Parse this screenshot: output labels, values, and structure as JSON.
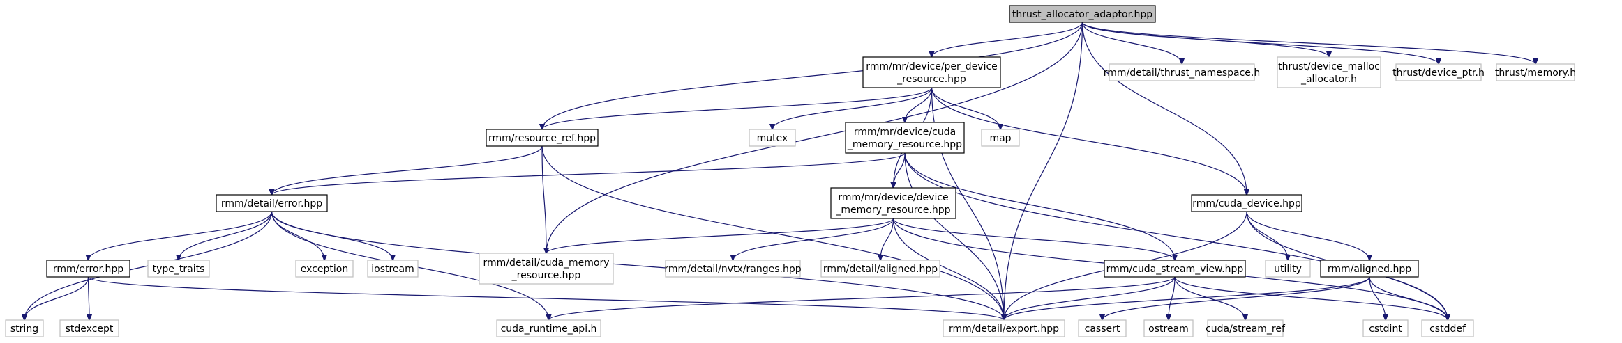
{
  "nodes": {
    "root": [
      "thrust_allocator_adaptor.hpp"
    ],
    "per_device": [
      "rmm/mr/device/per_device",
      "_resource.hpp"
    ],
    "thrust_ns": [
      "rmm/detail/thrust_namespace.h"
    ],
    "device_malloc": [
      "thrust/device_malloc",
      "_allocator.h"
    ],
    "device_ptr": [
      "thrust/device_ptr.h"
    ],
    "memory_h": [
      "thrust/memory.h"
    ],
    "resource_ref": [
      "rmm/resource_ref.hpp"
    ],
    "mutex": [
      "mutex"
    ],
    "cuda_mr": [
      "rmm/mr/device/cuda",
      "_memory_resource.hpp"
    ],
    "map": [
      "map"
    ],
    "error_detail": [
      "rmm/detail/error.hpp"
    ],
    "device_mr": [
      "rmm/mr/device/device",
      "_memory_resource.hpp"
    ],
    "cuda_device": [
      "rmm/cuda_device.hpp"
    ],
    "error_hpp": [
      "rmm/error.hpp"
    ],
    "type_traits": [
      "type_traits"
    ],
    "exception": [
      "exception"
    ],
    "iostream": [
      "iostream"
    ],
    "cuda_mr_detail": [
      "rmm/detail/cuda_memory",
      "_resource.hpp"
    ],
    "nvtx": [
      "rmm/detail/nvtx/ranges.hpp"
    ],
    "aligned_detail": [
      "rmm/detail/aligned.hpp"
    ],
    "stream_view": [
      "rmm/cuda_stream_view.hpp"
    ],
    "utility": [
      "utility"
    ],
    "aligned": [
      "rmm/aligned.hpp"
    ],
    "string": [
      "string"
    ],
    "stdexcept": [
      "stdexcept"
    ],
    "cuda_runtime": [
      "cuda_runtime_api.h"
    ],
    "export": [
      "rmm/detail/export.hpp"
    ],
    "cassert": [
      "cassert"
    ],
    "ostream": [
      "ostream"
    ],
    "stream_ref": [
      "cuda/stream_ref"
    ],
    "cstdint": [
      "cstdint"
    ],
    "cstddef": [
      "cstddef"
    ]
  },
  "edges": [
    [
      "root",
      "per_device"
    ],
    [
      "root",
      "thrust_ns"
    ],
    [
      "root",
      "device_malloc"
    ],
    [
      "root",
      "device_ptr"
    ],
    [
      "root",
      "memory_h"
    ],
    [
      "root",
      "resource_ref"
    ],
    [
      "root",
      "cuda_mr_detail"
    ],
    [
      "root",
      "export"
    ],
    [
      "root",
      "cuda_device"
    ],
    [
      "per_device",
      "resource_ref"
    ],
    [
      "per_device",
      "mutex"
    ],
    [
      "per_device",
      "cuda_mr"
    ],
    [
      "per_device",
      "map"
    ],
    [
      "per_device",
      "device_mr"
    ],
    [
      "per_device",
      "export"
    ],
    [
      "per_device",
      "cuda_device"
    ],
    [
      "resource_ref",
      "error_detail"
    ],
    [
      "resource_ref",
      "cuda_mr_detail"
    ],
    [
      "resource_ref",
      "export"
    ],
    [
      "cuda_mr",
      "error_detail"
    ],
    [
      "cuda_mr",
      "device_mr"
    ],
    [
      "cuda_mr",
      "export"
    ],
    [
      "cuda_mr",
      "stream_view"
    ],
    [
      "cuda_mr",
      "cstddef"
    ],
    [
      "error_detail",
      "string"
    ],
    [
      "error_detail",
      "error_hpp"
    ],
    [
      "error_detail",
      "type_traits"
    ],
    [
      "error_detail",
      "exception"
    ],
    [
      "error_detail",
      "iostream"
    ],
    [
      "error_detail",
      "cuda_runtime"
    ],
    [
      "error_detail",
      "export"
    ],
    [
      "device_mr",
      "cuda_mr_detail"
    ],
    [
      "device_mr",
      "nvtx"
    ],
    [
      "device_mr",
      "aligned_detail"
    ],
    [
      "device_mr",
      "stream_view"
    ],
    [
      "device_mr",
      "export"
    ],
    [
      "device_mr",
      "cstddef"
    ],
    [
      "cuda_device",
      "export"
    ],
    [
      "cuda_device",
      "utility"
    ],
    [
      "cuda_device",
      "aligned"
    ],
    [
      "cuda_device",
      "cstddef"
    ],
    [
      "error_hpp",
      "string"
    ],
    [
      "error_hpp",
      "stdexcept"
    ],
    [
      "error_hpp",
      "export"
    ],
    [
      "stream_view",
      "cuda_runtime"
    ],
    [
      "stream_view",
      "export"
    ],
    [
      "stream_view",
      "ostream"
    ],
    [
      "stream_view",
      "stream_ref"
    ],
    [
      "stream_view",
      "cstddef"
    ],
    [
      "aligned",
      "export"
    ],
    [
      "aligned",
      "cassert"
    ],
    [
      "aligned",
      "cstdint"
    ],
    [
      "aligned",
      "cstddef"
    ]
  ]
}
